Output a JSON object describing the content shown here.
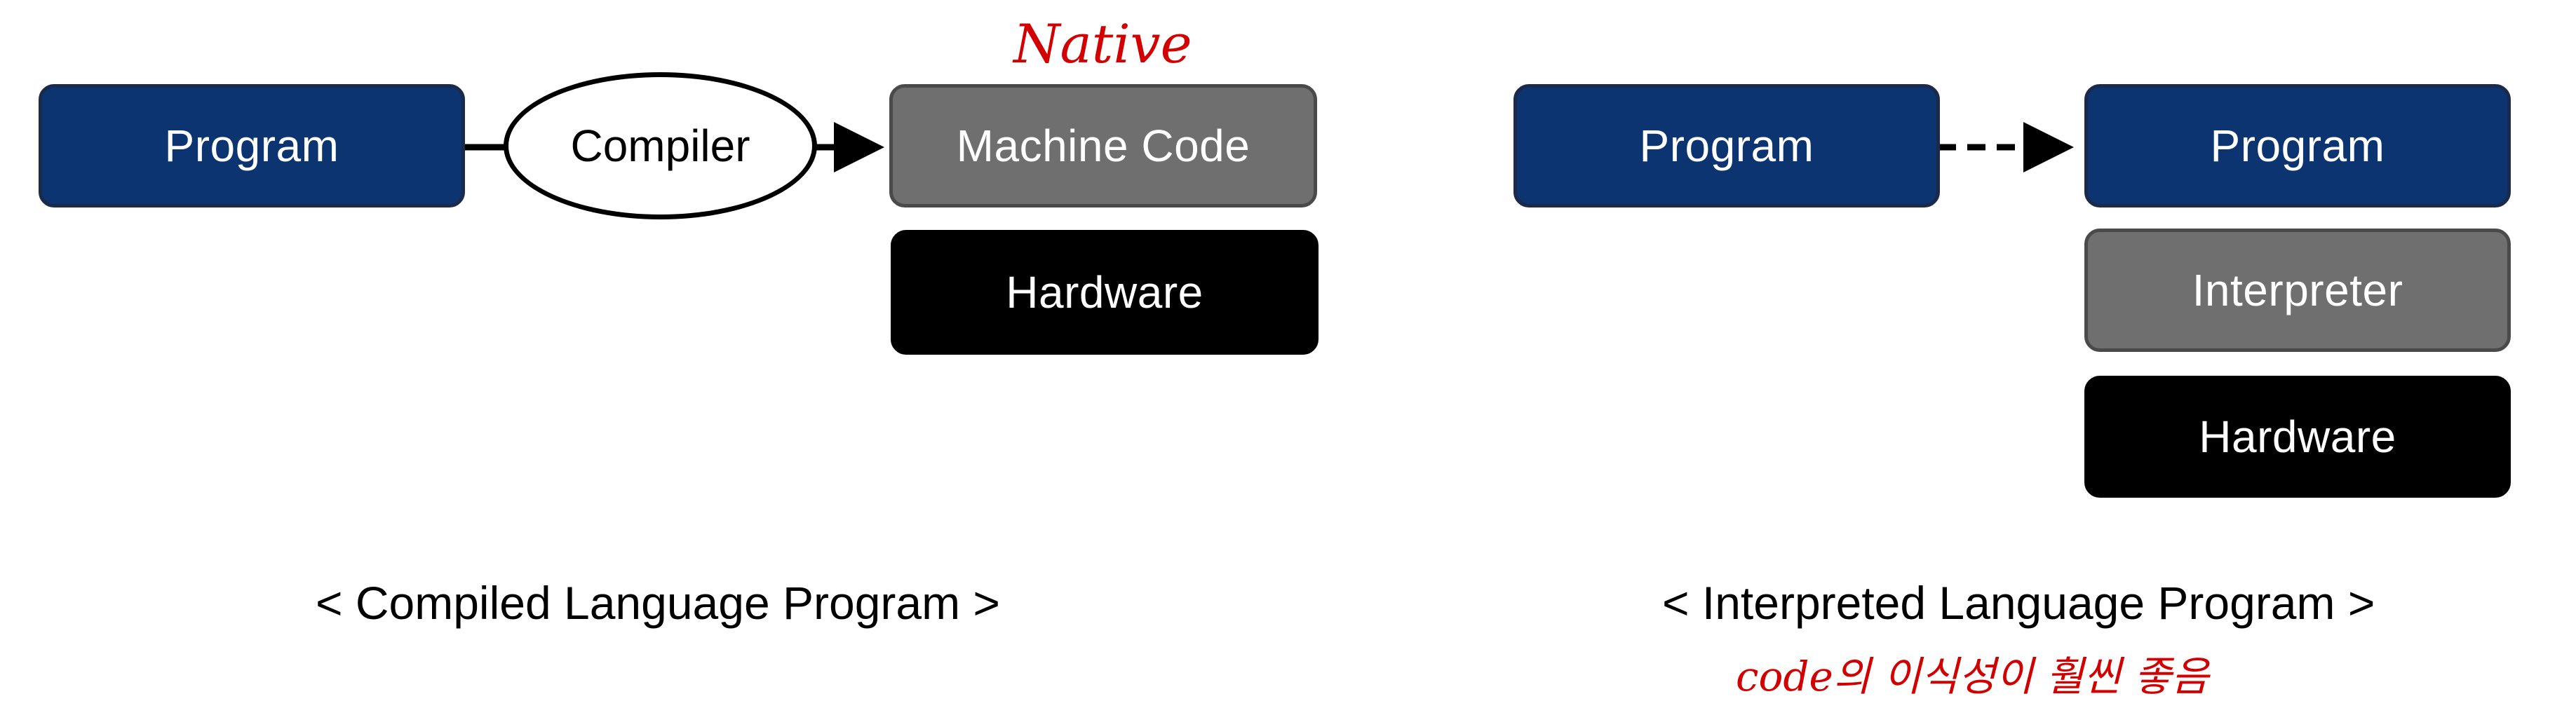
{
  "compiled": {
    "program_label": "Program",
    "compiler_label": "Compiler",
    "machine_code_label": "Machine Code",
    "hardware_label": "Hardware",
    "native_note": "Native",
    "caption": "< Compiled Language Program >"
  },
  "interpreted": {
    "program_label": "Program",
    "program_target_label": "Program",
    "interpreter_label": "Interpreter",
    "hardware_label": "Hardware",
    "caption": "< Interpreted Language Program >",
    "portability_note": "code의 이식성이 훨씬 좋음"
  },
  "colors": {
    "navy": "#0c3470",
    "gray": "#6f6f6f",
    "black": "#000000",
    "annotation_red": "#d20000"
  }
}
